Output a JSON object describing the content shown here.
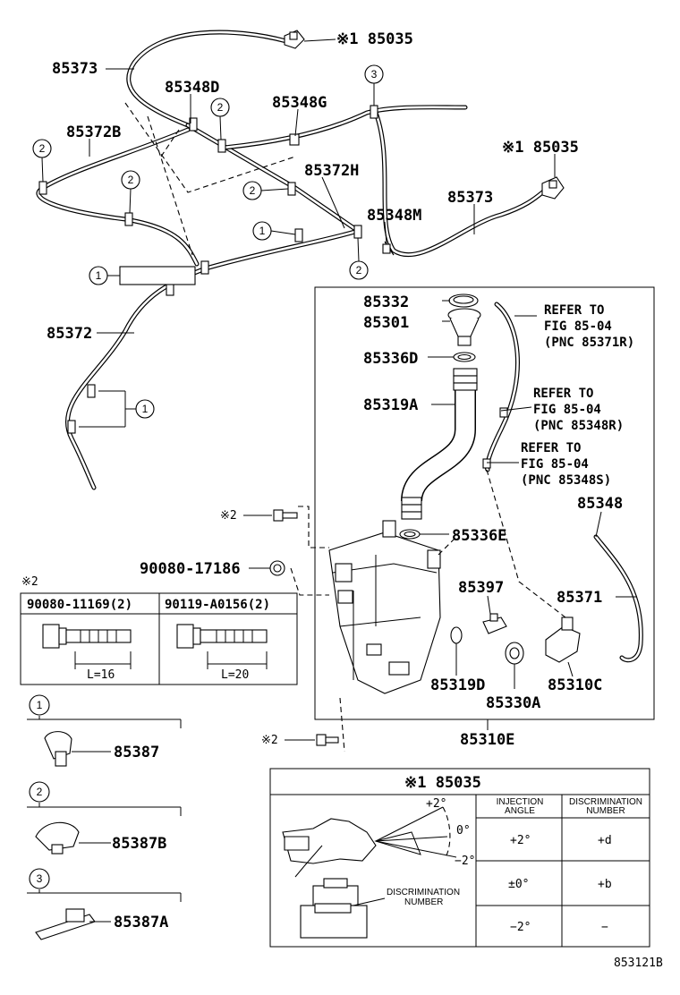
{
  "labels": {
    "p85035_top": "※1 85035",
    "p85373_top": "85373",
    "p85348D": "85348D",
    "p85348G": "85348G",
    "p85372B": "85372B",
    "p85035_mid": "※1 85035",
    "p85372H": "85372H",
    "p85373_mid": "85373",
    "p85348M": "85348M",
    "p85372": "85372",
    "p85332": "85332",
    "p85301": "85301",
    "p85336D": "85336D",
    "p85319A": "85319A",
    "p85336E": "85336E",
    "p85397": "85397",
    "p85348": "85348",
    "p85371": "85371",
    "p85319D": "85319D",
    "p85330A": "85330A",
    "p85310C": "85310C",
    "p85310E": "85310E",
    "p90080_17186": "90080-17186",
    "note2_a": "※2",
    "note2_b": "※2",
    "note2_c": "※2",
    "p85387": "85387",
    "p85387B": "85387B",
    "p85387A": "85387A",
    "figure_code": "853121B"
  },
  "refer": [
    {
      "l1": "REFER TO",
      "l2": "FIG 85-04",
      "l3": "(PNC 85371R)"
    },
    {
      "l1": "REFER TO",
      "l2": "FIG 85-04",
      "l3": "(PNC 85348R)"
    },
    {
      "l1": "REFER TO",
      "l2": "FIG 85-04",
      "l3": "(PNC 85348S)"
    }
  ],
  "callouts": {
    "one": "1",
    "two": "2",
    "three": "3"
  },
  "bolt_table": {
    "col1": "90080-11169(2)",
    "col2": "90119-A0156(2)",
    "len1": "L=16",
    "len2": "L=20"
  },
  "nozzle_table": {
    "title": "※1 85035",
    "head_angle": "INJECTION ANGLE",
    "head_num": "DISCRIMINATION NUMBER",
    "rows": [
      {
        "angle": "+2°",
        "num": "+d"
      },
      {
        "angle": "±0°",
        "num": "+b"
      },
      {
        "angle": "−2°",
        "num": "−"
      }
    ],
    "ang_plus": "+2°",
    "ang_zero": "0°",
    "ang_minus": "−2°",
    "disc_label_1": "DISCRIMINATION",
    "disc_label_2": "NUMBER"
  }
}
